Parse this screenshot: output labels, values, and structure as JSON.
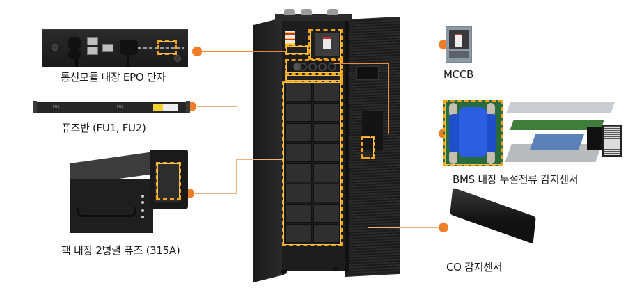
{
  "diagram": {
    "title": "",
    "accent_color": "#f07e26",
    "highlight_color": "#f6a21a",
    "center_product": "battery-cabinet",
    "callouts": [
      {
        "id": "comm-module",
        "label": "통신모듈 내장 EPO 단자",
        "side": "left"
      },
      {
        "id": "fuse-panel",
        "label": "퓨즈반 (FU1, FU2)",
        "side": "left"
      },
      {
        "id": "pack-fuse",
        "label": "팩 내장 2병렬 퓨즈 (315A)",
        "side": "left"
      },
      {
        "id": "mccb",
        "label": "MCCB",
        "side": "right"
      },
      {
        "id": "bms-sensor",
        "label": "BMS 내장 누설전류 감지센서",
        "side": "right"
      },
      {
        "id": "co-sensor",
        "label": "CO 감지센서",
        "side": "right"
      }
    ],
    "fuse_panel_marks": [
      "FU1",
      "FU2"
    ]
  }
}
